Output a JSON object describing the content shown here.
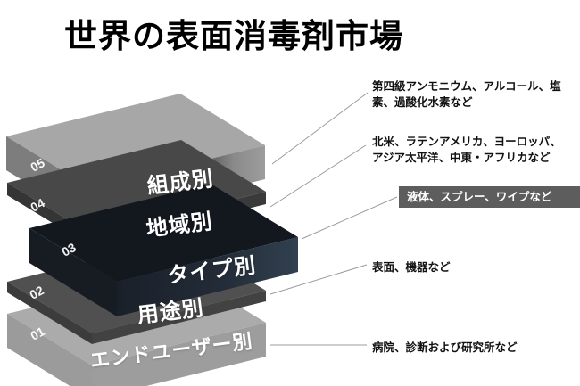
{
  "title": "世界の表面消毒剤市場",
  "layers": [
    {
      "num": "05",
      "label": "組成別",
      "annotation": "第四級アンモニウム、アルコール、塩素、過酸化水素など",
      "highlighted": false
    },
    {
      "num": "04",
      "label": "地域別",
      "annotation": "北米、ラテンアメリカ、ヨーロッパ、アジア太平洋、中東・アフリカなど",
      "highlighted": false
    },
    {
      "num": "03",
      "label": "タイプ別",
      "annotation": "液体、スプレー、ワイプなど",
      "highlighted": true
    },
    {
      "num": "02",
      "label": "用途別",
      "annotation": "表面、機器など",
      "highlighted": false
    },
    {
      "num": "01",
      "label": "エンドユーザー別",
      "annotation": "病院、診断および研究所など",
      "highlighted": false
    }
  ],
  "colors": {
    "title_text": "#000000",
    "annotation_text": "#111111",
    "layer_label_text": "#ffffff",
    "light_slab": "#a7a7a7",
    "dark_sheet": "#484848",
    "highlight_slab_top": "#13171e",
    "highlight_slab_front": "#2b3644",
    "annotation_highlight_bg": "#5d5d5d",
    "annotation_highlight_text": "#ffffff",
    "leader_line": "#9b9b9b"
  }
}
